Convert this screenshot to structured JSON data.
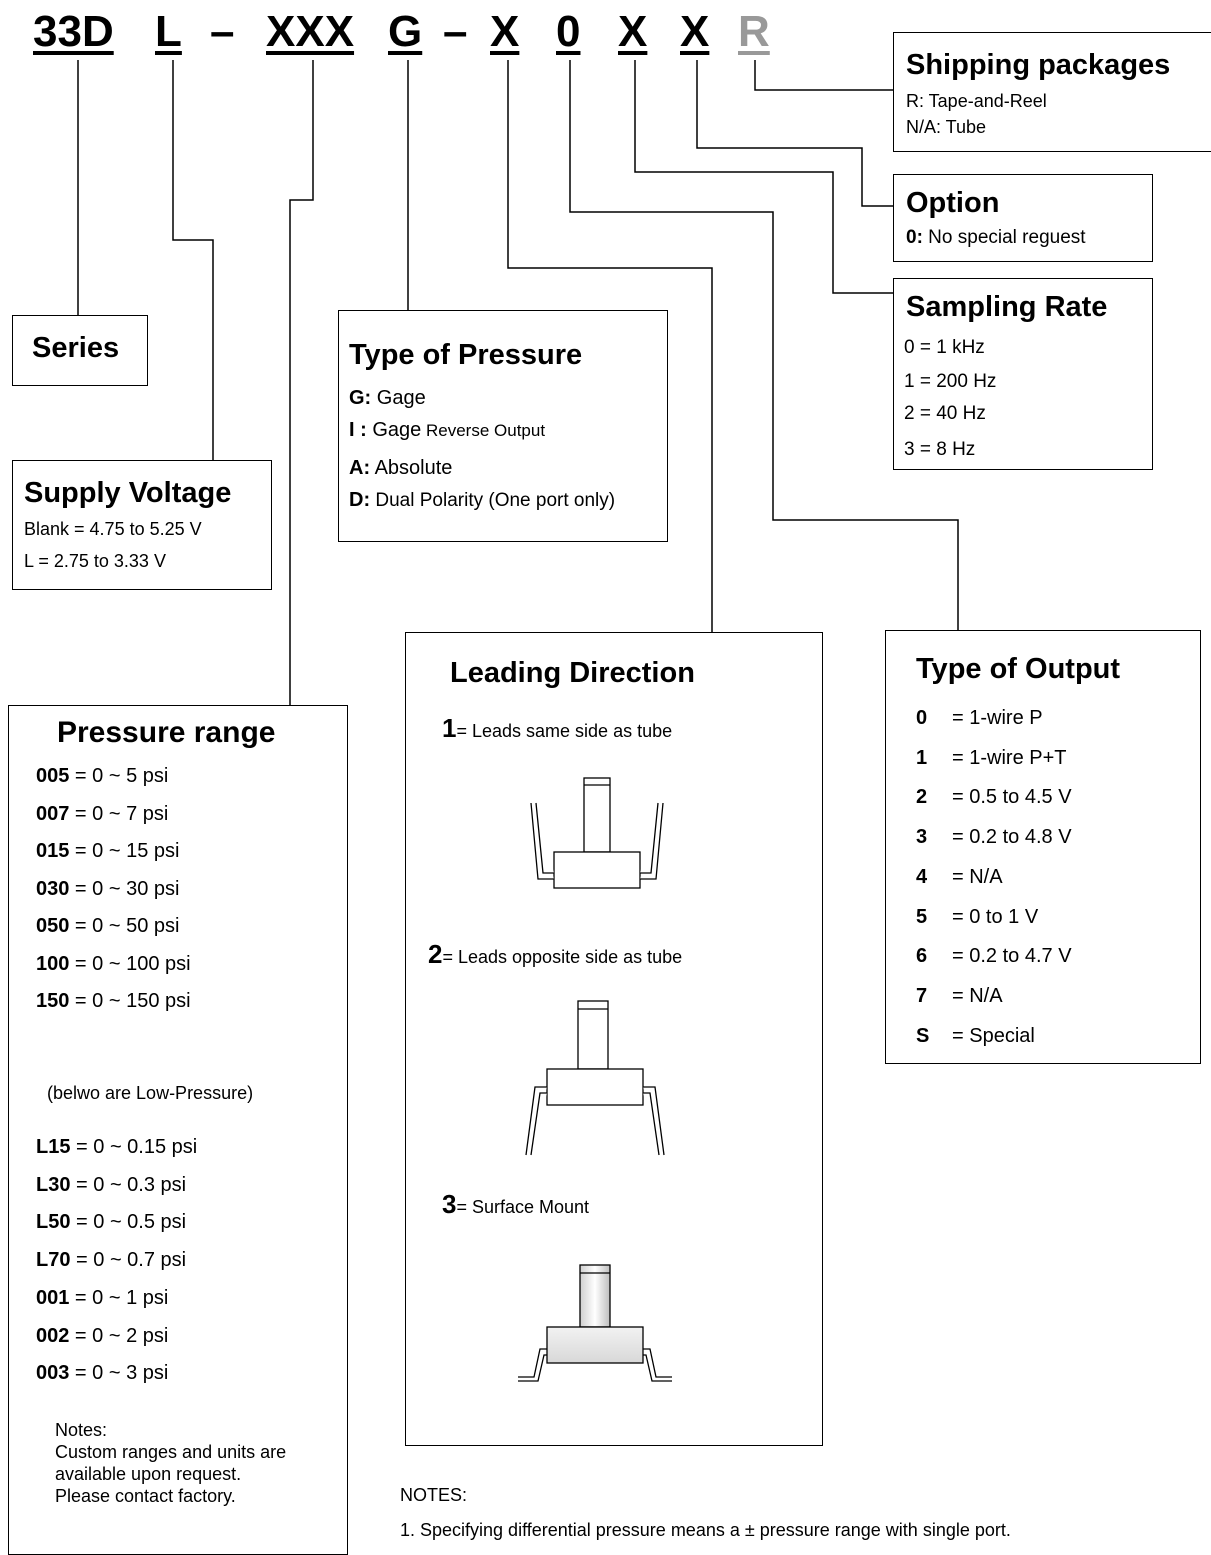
{
  "header": {
    "segments": [
      {
        "id": "series",
        "text": "33D"
      },
      {
        "id": "voltage",
        "text": "L"
      },
      {
        "id": "dash1",
        "text": "–"
      },
      {
        "id": "range",
        "text": "XXX"
      },
      {
        "id": "ptype",
        "text": "G"
      },
      {
        "id": "dash2",
        "text": "–"
      },
      {
        "id": "lead",
        "text": "X"
      },
      {
        "id": "option",
        "text": "0"
      },
      {
        "id": "output",
        "text": "X"
      },
      {
        "id": "sampling",
        "text": "X"
      },
      {
        "id": "ship",
        "text": "R"
      }
    ],
    "ship_color": "#999999"
  },
  "series": {
    "title": "Series"
  },
  "supply": {
    "title": "Supply Voltage",
    "lines": [
      "Blank = 4.75 to 5.25 V",
      "L = 2.75 to 3.33 V"
    ]
  },
  "pressure_type": {
    "title": "Type of Pressure",
    "items": [
      {
        "code": "G:",
        "text": " Gage",
        "small": ""
      },
      {
        "code": "I :",
        "text": " Gage",
        "small": " Reverse Output"
      },
      {
        "code": "A:",
        "text": " Absolute",
        "small": ""
      },
      {
        "code": "D:",
        "text": " Dual Polarity (One port only)",
        "small": ""
      }
    ]
  },
  "pressure_range": {
    "title": "Pressure range",
    "items": [
      {
        "code": "005",
        "text": " = 0 ~ 5 psi"
      },
      {
        "code": "007",
        "text": " = 0 ~ 7 psi"
      },
      {
        "code": "015",
        "text": " = 0 ~ 15 psi"
      },
      {
        "code": "030",
        "text": " = 0 ~ 30 psi"
      },
      {
        "code": "050",
        "text": " = 0 ~ 50 psi"
      },
      {
        "code": "100",
        "text": " = 0 ~ 100 psi"
      },
      {
        "code": "150",
        "text": " = 0 ~ 150 psi"
      }
    ],
    "low_note": "(belwo are Low-Pressure)",
    "low_items": [
      {
        "code": "L15",
        "text": " = 0 ~ 0.15 psi"
      },
      {
        "code": "L30",
        "text": " = 0 ~ 0.3 psi"
      },
      {
        "code": "L50",
        "text": " = 0 ~ 0.5 psi"
      },
      {
        "code": "L70",
        "text": " = 0 ~ 0.7 psi"
      },
      {
        "code": "001",
        "text": " = 0 ~ 1 psi"
      },
      {
        "code": "002",
        "text": " = 0 ~ 2 psi"
      },
      {
        "code": "003",
        "text": " = 0 ~ 3 psi"
      }
    ],
    "notes": [
      "Notes:",
      "Custom ranges and units are",
      "available upon request.",
      "Please contact factory."
    ]
  },
  "leading": {
    "title": "Leading Direction",
    "items": [
      {
        "num": "1",
        "text": "= Leads same side as tube"
      },
      {
        "num": "2",
        "text": "= Leads opposite side as tube"
      },
      {
        "num": "3",
        "text": "= Surface Mount"
      }
    ]
  },
  "shipping": {
    "title": "Shipping packages",
    "lines": [
      "R: Tape-and-Reel",
      "N/A: Tube"
    ]
  },
  "option": {
    "title": "Option",
    "code": "0:",
    "text": " No special reguest"
  },
  "sampling": {
    "title": "Sampling Rate",
    "lines": [
      "0 = 1 kHz",
      "1 = 200 Hz",
      "2 = 40 Hz",
      "3 = 8 Hz"
    ]
  },
  "output": {
    "title": "Type of Output",
    "items": [
      {
        "code": "0",
        "text": "= 1-wire P"
      },
      {
        "code": "1",
        "text": "= 1-wire P+T"
      },
      {
        "code": "2",
        "text": "= 0.5 to 4.5 V"
      },
      {
        "code": "3",
        "text": "= 0.2 to 4.8 V"
      },
      {
        "code": "4",
        "text": "= N/A"
      },
      {
        "code": "5",
        "text": "= 0 to 1 V"
      },
      {
        "code": "6",
        "text": "= 0.2 to 4.7 V"
      },
      {
        "code": "7",
        "text": "= N/A"
      },
      {
        "code": "S",
        "text": "= Special"
      }
    ]
  },
  "notes": {
    "heading": "NOTES:",
    "lines": [
      "1. Specifying differential pressure means a ± pressure range with single port."
    ]
  }
}
